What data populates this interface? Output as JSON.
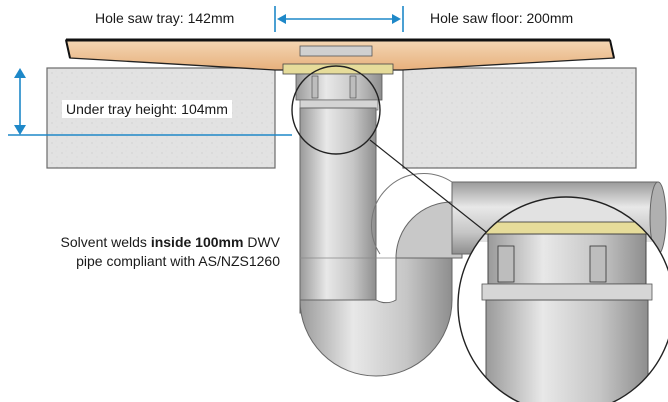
{
  "labels": {
    "tray_hole": "Hole saw tray: 142mm",
    "floor_hole": "Hole saw floor: 200mm",
    "under_tray": "Under tray height: 104mm"
  },
  "note": {
    "pre": "Solvent welds ",
    "bold": "inside 100mm",
    "post": " DWV",
    "line2": "pipe compliant with AS/NZS1260"
  },
  "colors": {
    "dimension_line": "#1e88c8",
    "concrete": "#e3e3e3",
    "pipe": "#bfbfbf",
    "tray": "#f0c9a0",
    "grate": "#e6dc9a"
  }
}
